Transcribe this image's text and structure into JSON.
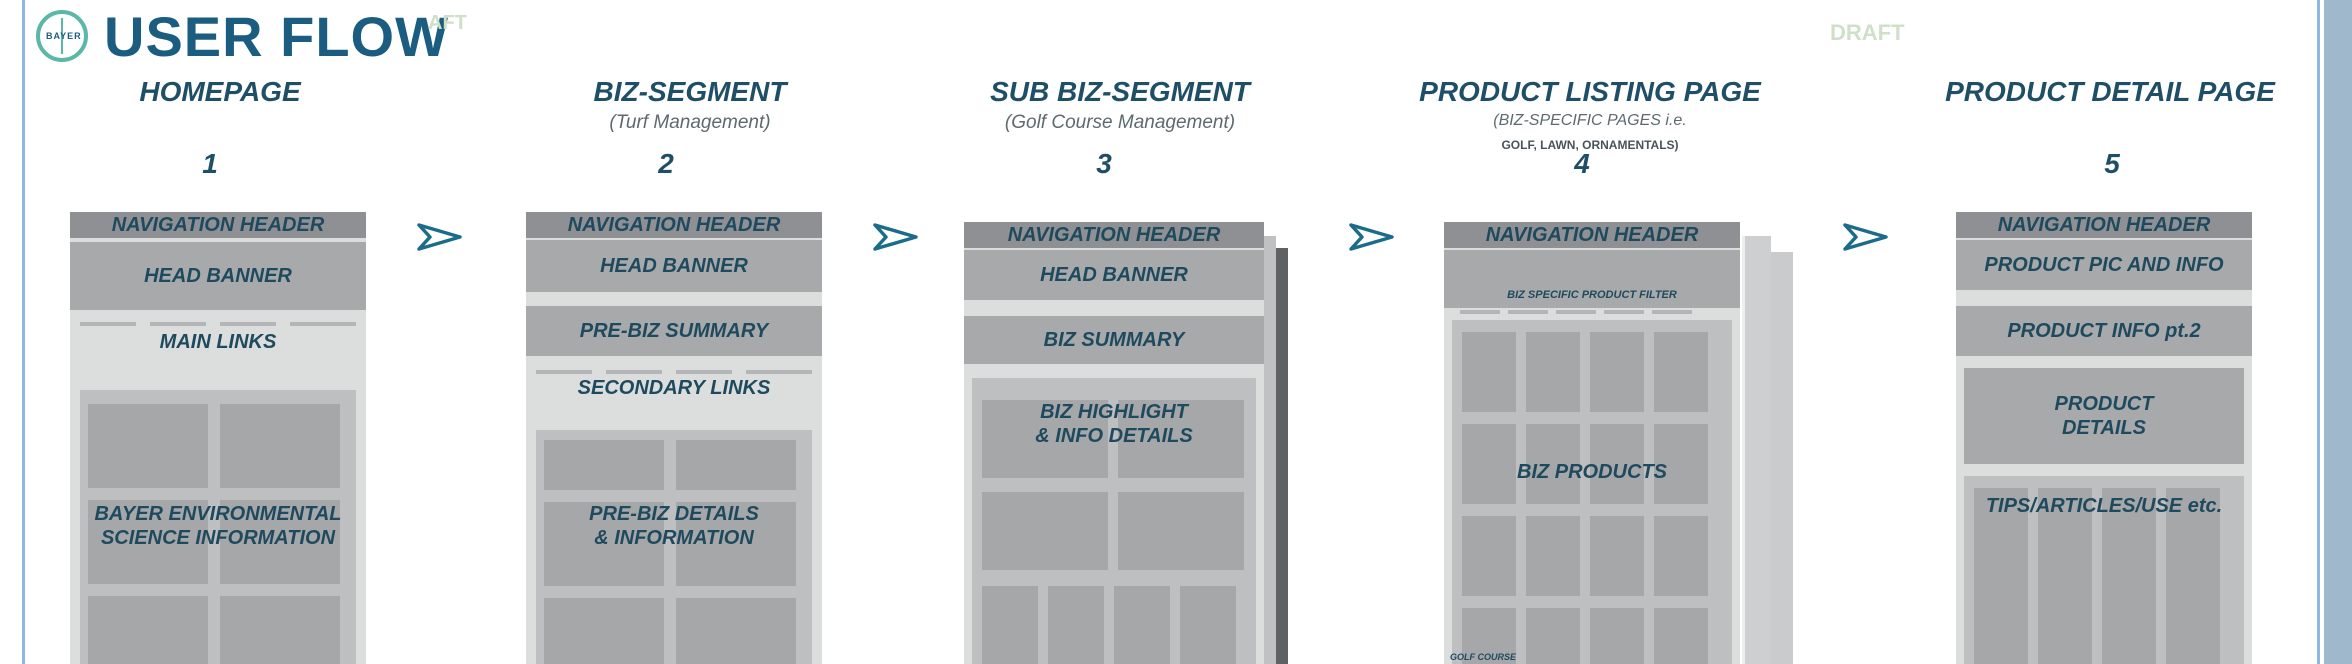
{
  "header": {
    "title": "USER FLOW",
    "watermark": "DRAFT",
    "watermark_left_fragment": "AFT"
  },
  "logo": {
    "text_h": "BAYER",
    "text_v": "BAYER"
  },
  "steps": [
    {
      "title": "HOMEPAGE",
      "number": "1",
      "blocks": {
        "nav": "NAVIGATION HEADER",
        "banner": "HEAD BANNER",
        "links": "MAIN LINKS",
        "content": "BAYER ENVIRONMENTAL\nSCIENCE INFORMATION"
      }
    },
    {
      "title": "BIZ-SEGMENT",
      "subtitle": "(Turf Management)",
      "number": "2",
      "blocks": {
        "nav": "NAVIGATION HEADER",
        "banner": "HEAD BANNER",
        "summary": "PRE-BIZ SUMMARY",
        "links": "SECONDARY LINKS",
        "content": "PRE-BIZ DETAILS\n& INFORMATION"
      }
    },
    {
      "title": "SUB BIZ-SEGMENT",
      "subtitle": "(Golf Course Management)",
      "number": "3",
      "blocks": {
        "nav": "NAVIGATION HEADER",
        "banner": "HEAD BANNER",
        "summary": "BIZ SUMMARY",
        "content": "BIZ HIGHLIGHT\n& INFO DETAILS"
      }
    },
    {
      "title": "PRODUCT LISTING PAGE",
      "subtitle": "(BIZ-SPECIFIC PAGES i.e.",
      "subtitle2": "GOLF, LAWN, ORNAMENTALS)",
      "number": "4",
      "blocks": {
        "nav": "NAVIGATION HEADER",
        "filter": "BIZ SPECIFIC PRODUCT FILTER",
        "content": "BIZ PRODUCTS",
        "footer_note": "GOLF COURSE"
      }
    },
    {
      "title": "PRODUCT DETAIL PAGE",
      "number": "5",
      "blocks": {
        "nav": "NAVIGATION HEADER",
        "pic": "PRODUCT PIC AND INFO",
        "info2": "PRODUCT INFO pt.2",
        "details": "PRODUCT\nDETAILS",
        "tips": "TIPS/ARTICLES/USE etc."
      }
    }
  ],
  "colors": {
    "title": "#1b5d80",
    "step_text": "#1f4f67",
    "arrow": "#1b6b8a",
    "block": "#a7a9ab",
    "page_bg": "#dcdddd",
    "logo_ring": "#5bb8a9"
  }
}
